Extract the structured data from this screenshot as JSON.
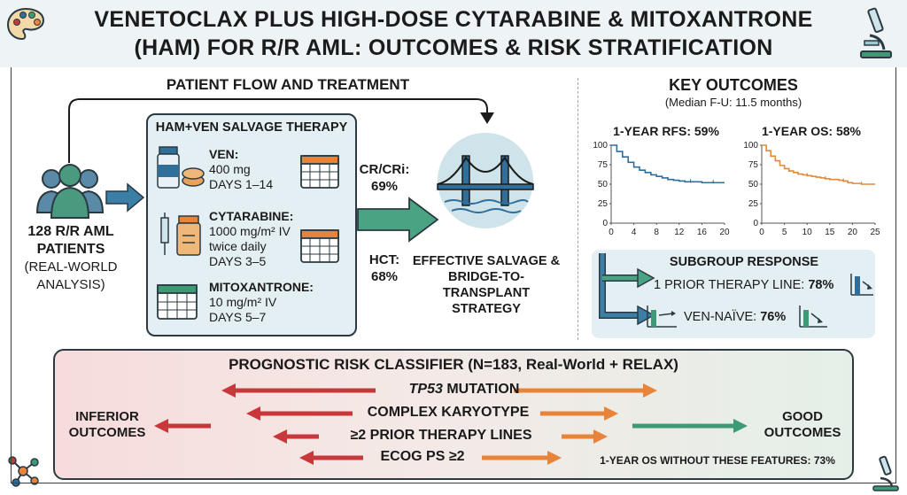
{
  "header": {
    "title_line1": "VENETOCLAX PLUS HIGH-DOSE CYTARABINE & MITOXANTRONE",
    "title_line2": "(HAM) FOR R/R AML: OUTCOMES & RISK STRATIFICATION"
  },
  "flow": {
    "heading": "PATIENT FLOW AND TREATMENT",
    "patients_line1": "128 R/R AML",
    "patients_line2": "PATIENTS",
    "patients_line3": "(REAL-WORLD",
    "patients_line4": "ANALYSIS)",
    "therapy_title": "HAM+VEN SALVAGE THERAPY",
    "ven_name": "VEN:",
    "ven_dose": "400 mg",
    "ven_days": "DAYS 1–14",
    "cyt_name": "CYTARABINE:",
    "cyt_dose": "1000 mg/m² IV",
    "cyt_freq": "twice daily",
    "cyt_days": "DAYS 3–5",
    "mito_name": "MITOXANTRONE:",
    "mito_dose": "10 mg/m² IV",
    "mito_days": "DAYS 5–7",
    "cr_label": "CR/CRi:",
    "cr_value": "69%",
    "hct_label": "HCT:",
    "hct_value": "68%",
    "strategy_line1": "EFFECTIVE SALVAGE &",
    "strategy_line2": "BRIDGE-TO-TRANSPLANT",
    "strategy_line3": "STRATEGY"
  },
  "outcomes": {
    "heading": "KEY OUTCOMES",
    "followup": "(Median F-U: 11.5 months)",
    "rfs_title": "1-YEAR RFS: 59%",
    "os_title": "1-YEAR OS: 58%",
    "rfs_color": "#2f6f9a",
    "os_color": "#e08a3c",
    "rfs_yticks": [
      "100",
      "75",
      "50",
      "25",
      "0"
    ],
    "rfs_xticks": [
      "0",
      "4",
      "8",
      "12",
      "16",
      "20"
    ],
    "os_yticks": [
      "100",
      "75",
      "50",
      "25",
      "0"
    ],
    "os_xticks": [
      "0",
      "5",
      "10",
      "15",
      "20",
      "25"
    ],
    "subgroup_heading": "SUBGROUP RESPONSE",
    "subgroup1_label": "1 PRIOR THERAPY LINE: ",
    "subgroup1_value": "78%",
    "subgroup2_label": "VEN-NAÏVE: ",
    "subgroup2_value": "76%"
  },
  "chart_data": [
    {
      "type": "line",
      "title": "1-YEAR RFS: 59%",
      "x": [
        0,
        1,
        2,
        3,
        4,
        5,
        6,
        7,
        8,
        9,
        10,
        11,
        12,
        13,
        14,
        15,
        16,
        17,
        18,
        19,
        20
      ],
      "y": [
        100,
        92,
        85,
        78,
        72,
        68,
        65,
        62,
        60,
        58,
        56,
        55,
        54,
        53,
        53,
        53,
        52,
        52,
        52,
        52,
        52
      ],
      "xlim": [
        0,
        20
      ],
      "ylim": [
        0,
        100
      ],
      "color": "#2f6f9a"
    },
    {
      "type": "line",
      "title": "1-YEAR OS: 58%",
      "x": [
        0,
        1,
        2,
        3,
        4,
        5,
        6,
        7,
        8,
        9,
        10,
        11,
        12,
        13,
        14,
        15,
        16,
        17,
        18,
        19,
        20,
        21,
        22,
        23,
        24,
        25
      ],
      "y": [
        100,
        93,
        86,
        80,
        74,
        70,
        67,
        65,
        63,
        62,
        61,
        60,
        59,
        58,
        57,
        56,
        56,
        55,
        54,
        52,
        51,
        51,
        50,
        50,
        50,
        50
      ],
      "xlim": [
        0,
        25
      ],
      "ylim": [
        0,
        100
      ],
      "color": "#e08a3c"
    }
  ],
  "risk": {
    "heading": "PROGNOSTIC RISK CLASSIFIER (N=183, Real-World + RELAX)",
    "factor1": "TP53",
    "factor1_suffix": " MUTATION",
    "factor2": "COMPLEX KARYOTYPE",
    "factor3": "≥2 PRIOR THERAPY LINES",
    "factor4": "ECOG PS ≥2",
    "inferior_line1": "INFERIOR",
    "inferior_line2": "OUTCOMES",
    "good_line1": "GOOD",
    "good_line2": "OUTCOMES",
    "footnote": "1-YEAR OS WITHOUT THESE FEATURES: 73%",
    "red": "#c8373a",
    "orange": "#e8843a",
    "green": "#3d9a74"
  }
}
